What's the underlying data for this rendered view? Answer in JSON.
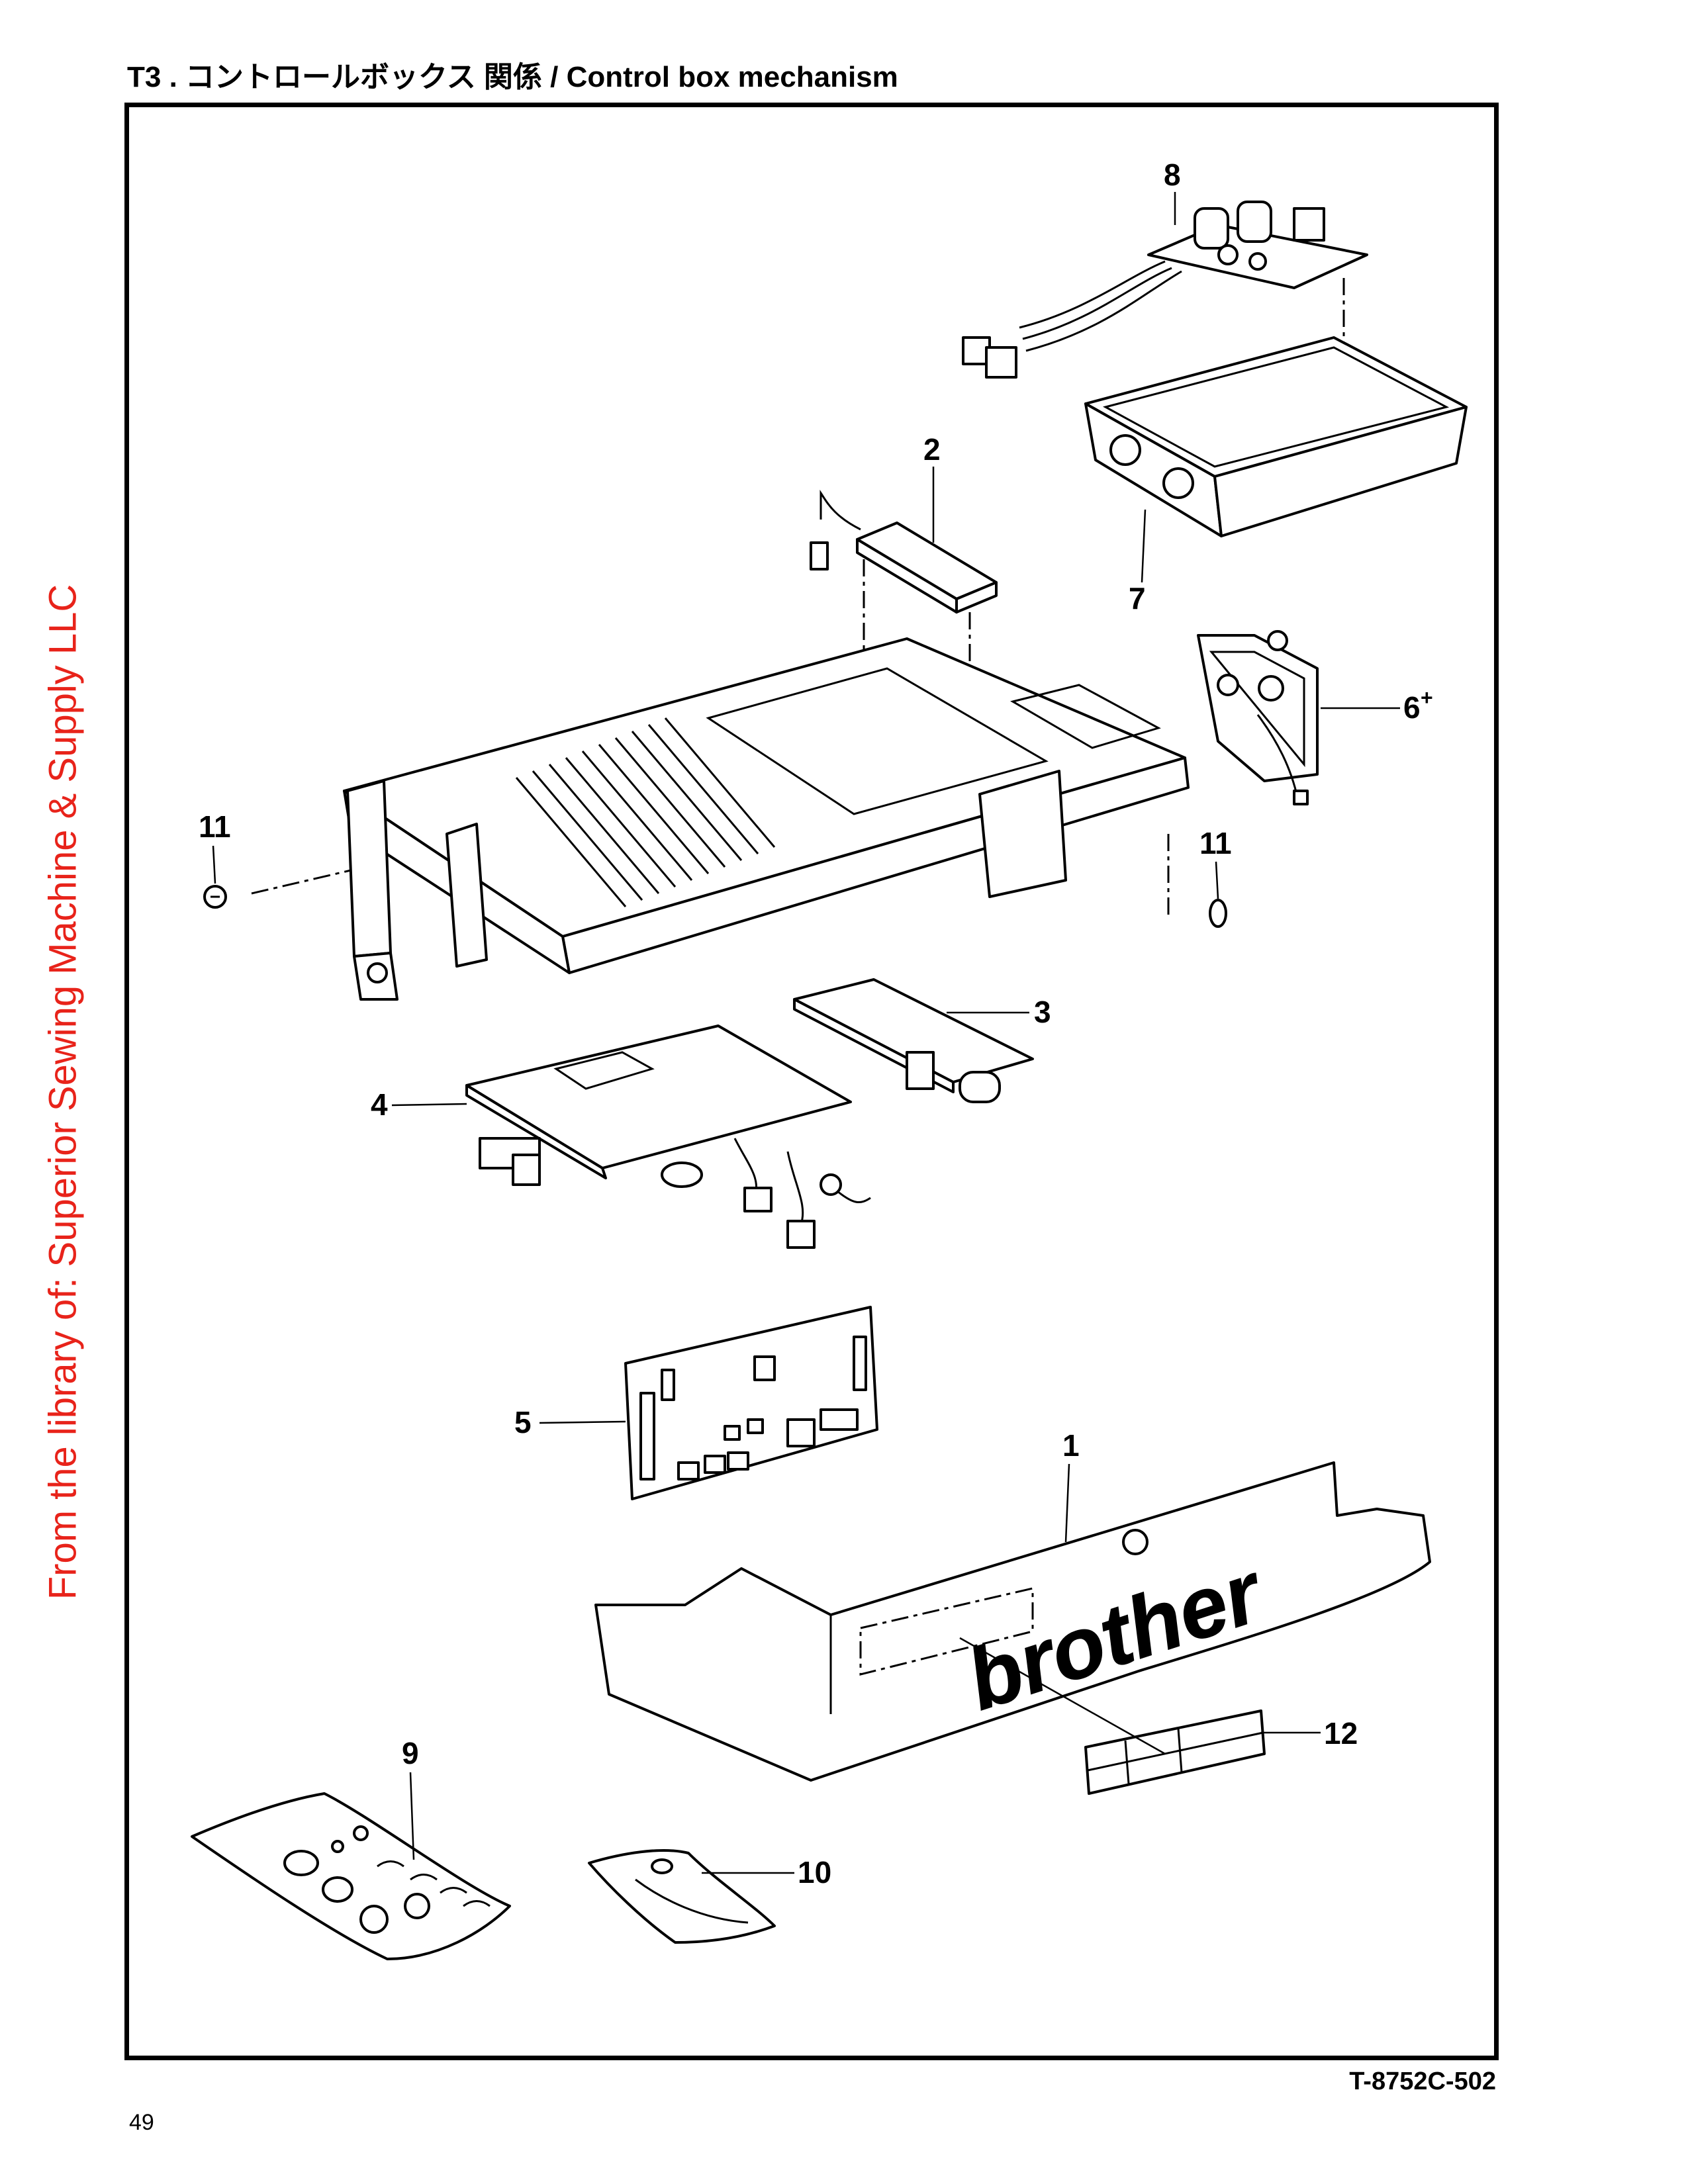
{
  "header": {
    "title": "T3 . コントロールボックス 関係 / Control box mechanism"
  },
  "watermark": "From the library of: Superior Sewing Machine & Supply LLC",
  "footer": {
    "drawing_code": "T-8752C-502",
    "page_number": "49"
  },
  "callouts": {
    "c1": "1",
    "c2": "2",
    "c3": "3",
    "c4": "4",
    "c5": "5",
    "c6": "6",
    "c6_mark": "+",
    "c7": "7",
    "c8": "8",
    "c9": "9",
    "c10": "10",
    "c11a": "11",
    "c11b": "11",
    "c12": "12"
  },
  "cover_logo": "brother"
}
